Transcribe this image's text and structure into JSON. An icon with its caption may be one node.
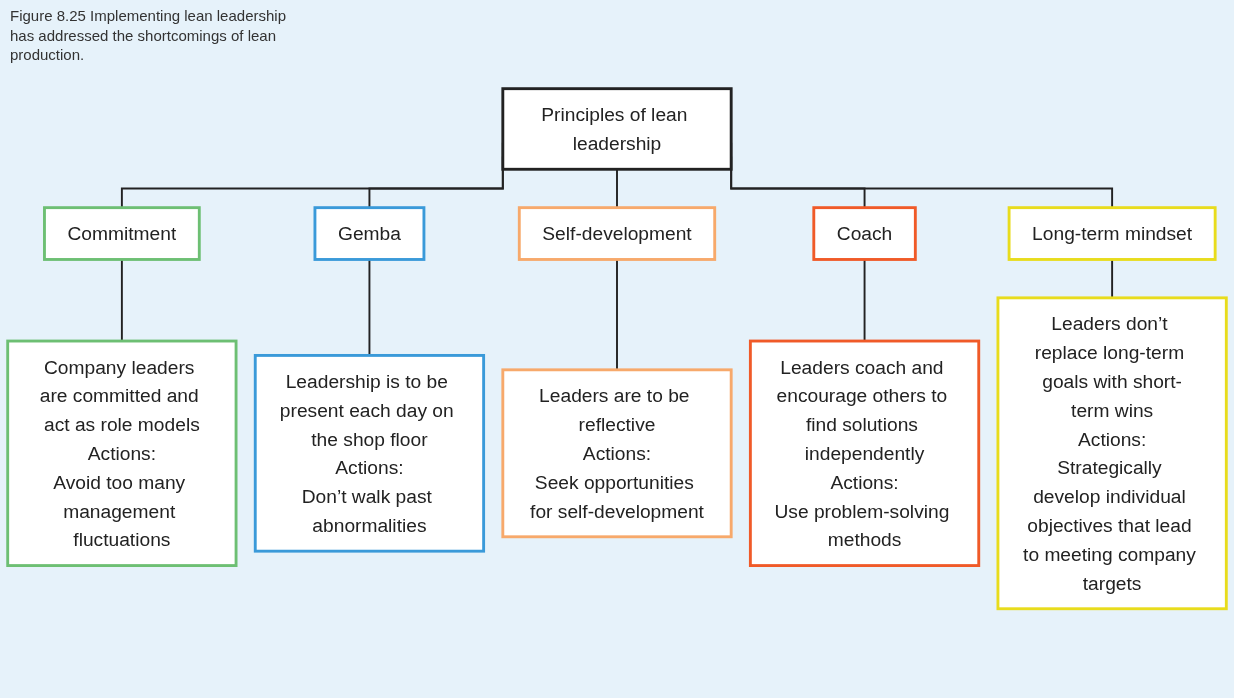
{
  "diagram": {
    "caption": "Figure 8.25 Implementing lean leadership has addressed the shortcomings of lean production.",
    "nodes": [
      {
        "text": [
          "Principles of lean leadership"
        ]
      },
      {
        "text": [
          "Commitment"
        ]
      },
      {
        "text": [
          "Gemba"
        ]
      },
      {
        "text": [
          "Self-development"
        ]
      },
      {
        "text": [
          "Coach"
        ]
      },
      {
        "text": [
          "Long-term mindset"
        ]
      },
      {
        "text": [
          "Company leaders are committed and act as role models",
          "Actions:",
          "Avoid too many management fluctuations"
        ]
      },
      {
        "text": [
          "Leadership is to be present each day on the shop floor",
          "Actions:",
          "Don’t walk past abnormalities"
        ]
      },
      {
        "text": [
          "Leaders are to be reflective",
          "Actions:",
          "Seek opportunities for self-development"
        ]
      },
      {
        "text": [
          "Leaders coach and encourage others to find solutions independently",
          "Actions:",
          "Use problem-solving methods"
        ]
      },
      {
        "text": [
          "Leaders don’t replace long-term goals with short-term wins",
          "Actions:",
          "Strategically develop individual objectives that lead to meeting company targets"
        ]
      }
    ],
    "edges": [
      {
        "from": 0,
        "to": 1,
        "arrow": "none"
      },
      {
        "from": 0,
        "to": 2,
        "arrow": "none"
      },
      {
        "from": 0,
        "to": 3,
        "arrow": "none"
      },
      {
        "from": 0,
        "to": 4,
        "arrow": "none"
      },
      {
        "from": 0,
        "to": 5,
        "arrow": "none"
      },
      {
        "from": 1,
        "to": 6,
        "arrow": "none"
      },
      {
        "from": 2,
        "to": 7,
        "arrow": "none"
      },
      {
        "from": 3,
        "to": 8,
        "arrow": "none"
      },
      {
        "from": 4,
        "to": 9,
        "arrow": "none"
      },
      {
        "from": 5,
        "to": 10,
        "arrow": "none"
      }
    ]
  }
}
